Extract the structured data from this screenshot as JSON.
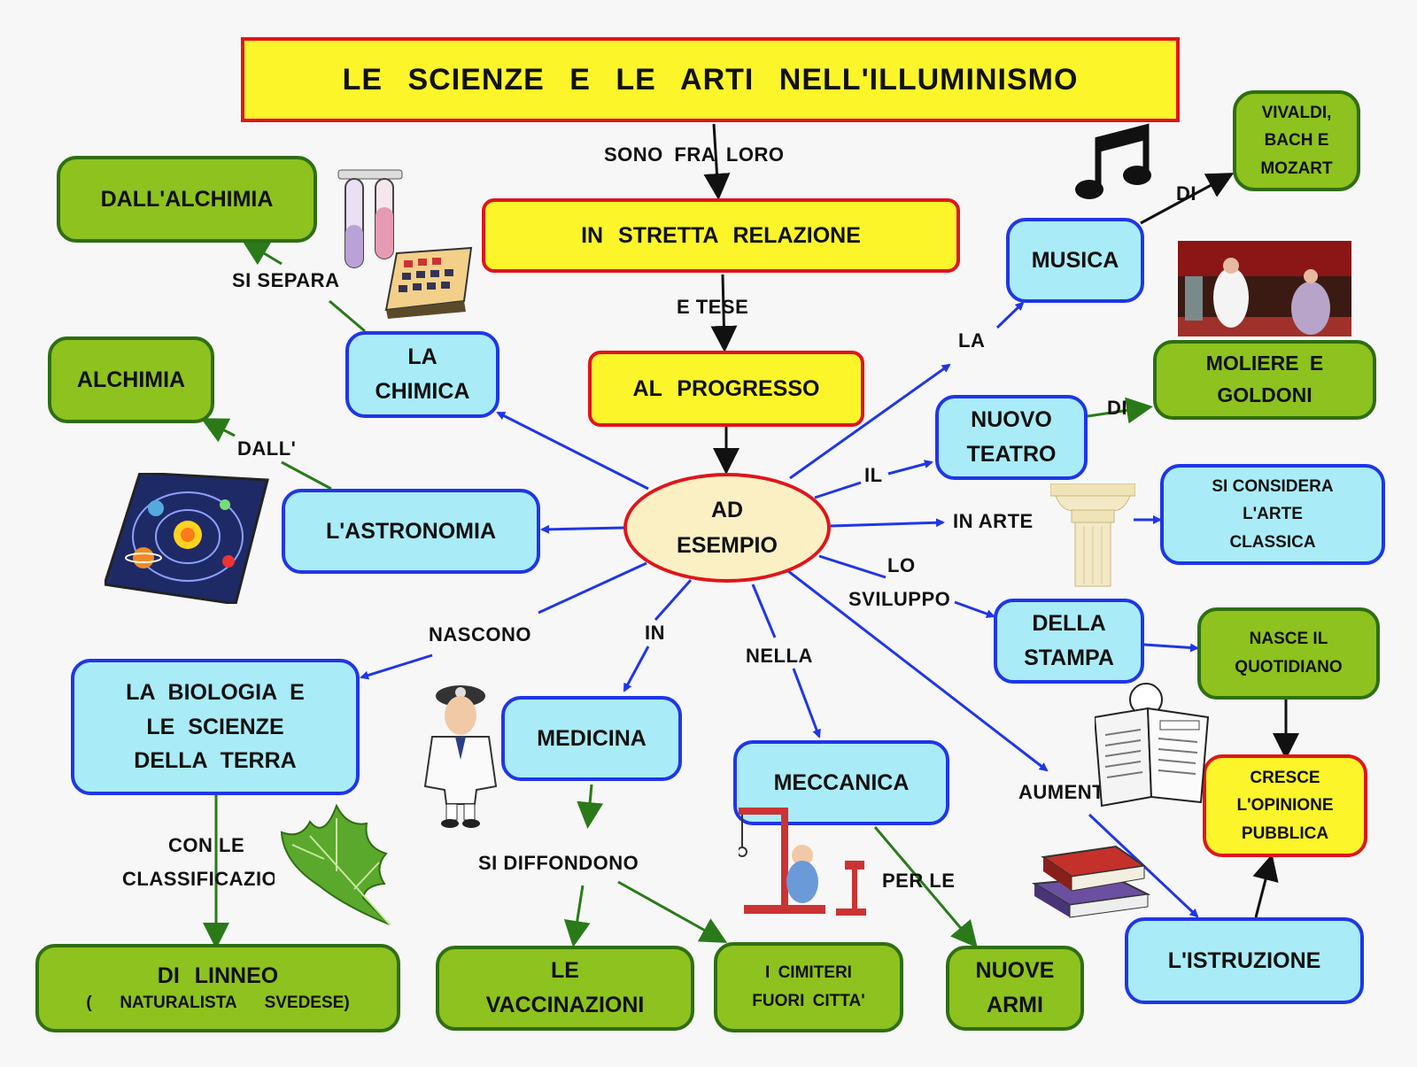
{
  "title": "LE    SCIENZE    E  LE   ARTI      NELL'ILLUMINISMO",
  "nodes": {
    "stretta": "IN    STRETTA      RELAZIONE",
    "progresso": "AL     PROGRESSO",
    "esempio": "AD\nESEMPIO",
    "alchimia_dall": "DALL'ALCHIMIA",
    "alchimia": "ALCHIMIA",
    "chimica": "LA\nCHIMICA",
    "astronomia": "L'ASTRONOMIA",
    "biologia": "LA   BIOLOGIA   E\nLE   SCIENZE\nDELLA   TERRA",
    "linneo": "DI    LINNEO",
    "linneo_sub": "(      NATURALISTA      SVEDESE)",
    "medicina": "MEDICINA",
    "vaccinazioni": "LE\nVACCINAZIONI",
    "cimiteri": "I   CIMITERI\nFUORI   CITTA'",
    "meccanica": "MECCANICA",
    "armi": "NUOVE\nARMI",
    "musica": "MUSICA",
    "vivaldi": "VIVALDI,\nBACH   E\nMOZART",
    "teatro": "NUOVO\nTEATRO",
    "moliere": "MOLIERE    E\nGOLDONI",
    "arte": "SI    CONSIDERA\nL'ARTE\nCLASSICA",
    "stampa": "DELLA\nSTAMPA",
    "quotidiano": "NASCE   IL\nQUOTIDIANO",
    "opinione": "CRESCE\nL'OPINIONE\nPUBBLICA",
    "istruzione": "L'ISTRUZIONE"
  },
  "labels": {
    "sono": "SONO    FRA    LORO",
    "tese": "E   TESE",
    "si_separa": "SI    SEPARA",
    "dall": "DALL'",
    "nascono": "NASCONO",
    "in_med": "IN",
    "nella": "NELLA",
    "con_le": "CON    LE",
    "classificazioni": "CLASSIFICAZIO",
    "si_diffondono": "SI     DIFFONDONO",
    "per_le": "PER    LE",
    "la": "LA",
    "di_musica": "DI",
    "il": "IL",
    "di_teatro": "DI",
    "in_arte": "IN     ARTE",
    "lo": "LO",
    "sviluppo": "SVILUPPO",
    "aumenta": "AUMENTA"
  },
  "colors": {
    "cyan_fill": "#a9ecf7",
    "cyan_border": "#1f36e8",
    "green_fill": "#8dc21f",
    "green_border": "#2f6e12",
    "yellow_fill": "#fbf52a",
    "red_border": "#e0151a",
    "oval_fill": "#fbf0c4",
    "blue_arrow": "#1f36e8",
    "green_arrow": "#2a7a1a",
    "black_arrow": "#111111"
  },
  "icons": [
    "test-tubes-icon",
    "calculator-icon",
    "music-note-icon",
    "theater-photo",
    "solar-system-icon",
    "column-icon",
    "doctor-icon",
    "leaf-icon",
    "crane-icon",
    "newspaper-reader-icon",
    "books-icon"
  ]
}
